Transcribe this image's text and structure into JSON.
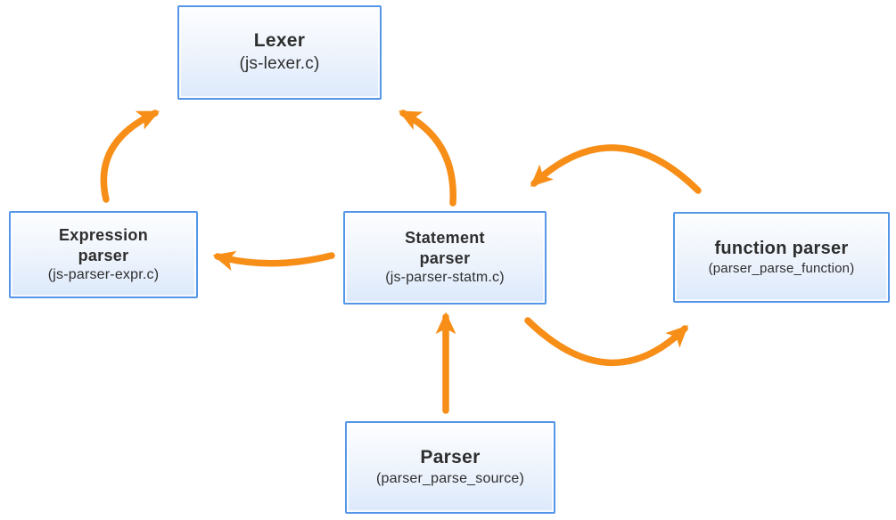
{
  "diagram": {
    "colors": {
      "accent": "#F78E17",
      "box_border": "#5596E8",
      "box_fill_top": "#FDFEFF",
      "box_fill_bottom": "#DCE9FB",
      "text": "#2E2E2E",
      "bg": "#FFFFFF"
    },
    "nodes": [
      {
        "id": "lexer",
        "title_lines": [
          "Lexer"
        ],
        "subtitle": "(js-lexer.c)"
      },
      {
        "id": "expression-parser",
        "title_lines": [
          "Expression",
          "parser"
        ],
        "subtitle": "(js-parser-expr.c)"
      },
      {
        "id": "statement-parser",
        "title_lines": [
          "Statement",
          "parser"
        ],
        "subtitle": "(js-parser-statm.c)"
      },
      {
        "id": "function-parser",
        "title_lines": [
          "function parser"
        ],
        "subtitle": "(parser_parse_function)"
      },
      {
        "id": "parser",
        "title_lines": [
          "Parser"
        ],
        "subtitle": "(parser_parse_source)"
      }
    ],
    "edges": [
      {
        "from": "expression-parser",
        "to": "lexer"
      },
      {
        "from": "statement-parser",
        "to": "lexer"
      },
      {
        "from": "statement-parser",
        "to": "expression-parser"
      },
      {
        "from": "function-parser",
        "to": "statement-parser"
      },
      {
        "from": "statement-parser",
        "to": "function-parser"
      },
      {
        "from": "parser",
        "to": "statement-parser"
      }
    ]
  }
}
